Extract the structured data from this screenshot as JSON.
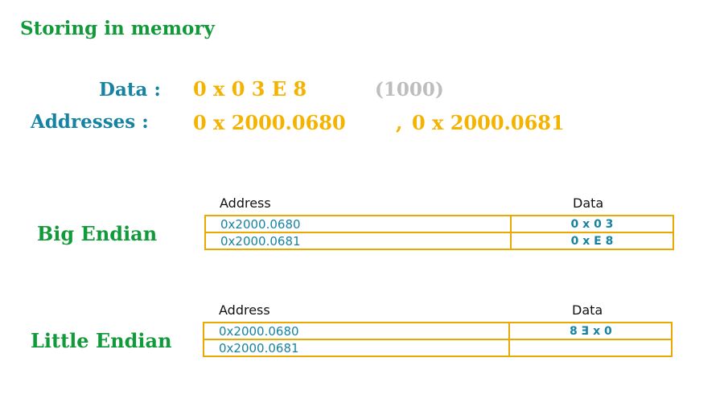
{
  "title": "Storing in memory",
  "data_line": {
    "label": "Data :",
    "value": "0 x 0 3 E 8",
    "decimal_note": "(1000)"
  },
  "addresses_line": {
    "label": "Addresses :",
    "value_1": "0 x 2000.0680",
    "separator": ",",
    "value_2": "0 x 2000.0681"
  },
  "big_endian": {
    "label": "Big Endian",
    "address_header": "Address",
    "data_header": "Data",
    "rows": [
      {
        "address": "0x2000.0680",
        "data": "0 x 0 3"
      },
      {
        "address": "0x2000.0681",
        "data": "0 x E 8"
      }
    ]
  },
  "little_endian": {
    "label": "Little Endian",
    "address_header": "Address",
    "data_header": "Data",
    "rows": [
      {
        "address": "0x2000.0680",
        "data": "0 x E 8"
      },
      {
        "address": "0x2000.0681",
        "data": ""
      }
    ]
  },
  "colors": {
    "green": "#119a3a",
    "blue": "#1783a3",
    "gold": "#f3b300",
    "gray": "#bdbdbd",
    "border": "#eaa800"
  }
}
